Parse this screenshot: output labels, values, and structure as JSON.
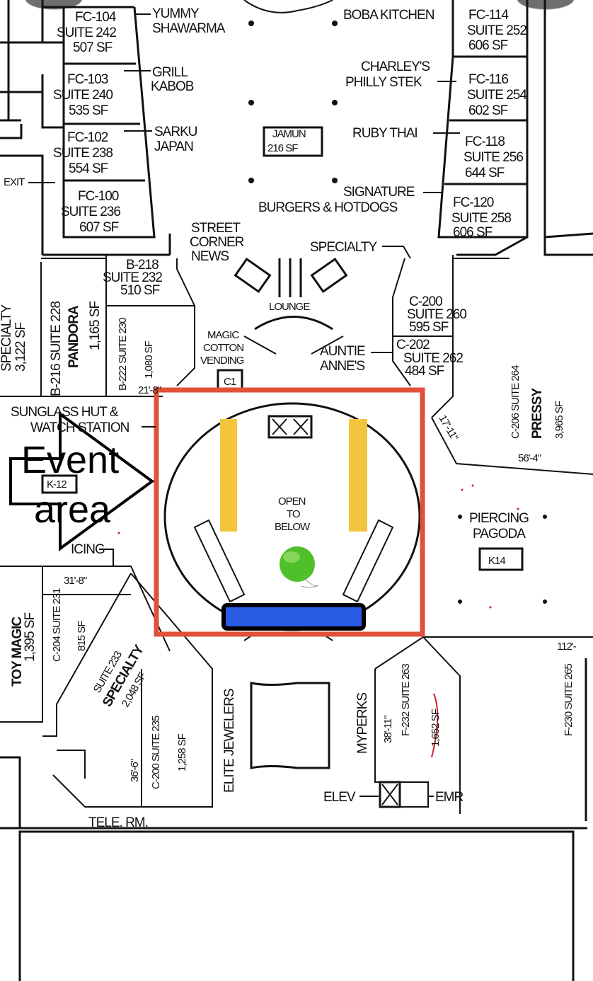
{
  "annotations": {
    "event_label_line1": "Event",
    "event_label_line2": "area",
    "highlight_color": "#e0513a",
    "stage_color": "#2a5ce6",
    "table_color": "#f2c53d",
    "marker_color": "#4fbf2a",
    "marker_icon": "green-yo-yo-icon"
  },
  "food_court_left": [
    {
      "unit": "FC-104",
      "suite": "SUITE 242",
      "area": "507 SF",
      "tenant": "YUMMY SHAWARMA"
    },
    {
      "unit": "FC-103",
      "suite": "SUITE 240",
      "area": "535 SF",
      "tenant": "GRILL KABOB"
    },
    {
      "unit": "FC-102",
      "suite": "SUITE 238",
      "area": "554 SF",
      "tenant": "SARKU JAPAN"
    },
    {
      "unit": "FC-100",
      "suite": "SUITE 236",
      "area": "607 SF",
      "tenant": ""
    }
  ],
  "food_court_right": [
    {
      "unit": "FC-114",
      "suite": "SUITE 252",
      "area": "606 SF",
      "tenant": "BOBA KITCHEN"
    },
    {
      "unit": "FC-116",
      "suite": "SUITE 254",
      "area": "602 SF",
      "tenant": "CHARLEY'S PHILLY STEK"
    },
    {
      "unit": "FC-118",
      "suite": "SUITE 256",
      "area": "644 SF",
      "tenant": "RUBY THAI"
    },
    {
      "unit": "FC-120",
      "suite": "SUITE 258",
      "area": "606 SF",
      "tenant": "SIGNATURE BURGERS & HOTDOGS"
    }
  ],
  "labels": {
    "jamun_name": "JAMUN",
    "jamun_area": "216 SF",
    "signature": "SIGNATURE",
    "burgers": "BURGERS & HOTDOGS",
    "charleys1": "CHARLEY'S",
    "charleys2": "PHILLY STEK",
    "yummy1": "YUMMY",
    "yummy2": "SHAWARMA",
    "grill1": "GRILL",
    "grill2": "KABOB",
    "sarku1": "SARKU",
    "sarku2": "JAPAN",
    "street1": "STREET",
    "street2": "CORNER",
    "street3": "NEWS",
    "specialty_top": "SPECIALTY",
    "lounge": "LOUNGE",
    "magic1": "MAGIC",
    "magic2": "COTTON",
    "magic3": "VENDING",
    "c1": "C1",
    "auntie1": "AUNTIE",
    "auntie2": "ANNE'S",
    "b218_unit": "B-218",
    "b218_suite": "SUITE 232",
    "b218_area": "510 SF",
    "b216": "B-216 SUITE 228",
    "pandora": "PANDORA",
    "b216_area": "1,165 SF",
    "b222": "B-222 SUITE 230",
    "b222_area": "1,080 SF",
    "specialty_left": "SPECIALTY",
    "specialty_left_area": "3,122 SF",
    "c200_unit": "C-200",
    "c200_suite": "SUITE 260",
    "c200_area": "595 SF",
    "c202_unit": "C-202",
    "c202_suite": "SUITE 262",
    "c202_area": "484 SF",
    "c206": "C-206 SUITE 264",
    "pressy": "PRESSY",
    "c206_area": "3,965 SF",
    "dim_56": "56'-4\"",
    "dim_17": "17'-11\"",
    "sunglass1": "SUNGLASS HUT &",
    "sunglass2": "WATCH STATION",
    "k12": "K-12",
    "icing": "ICING",
    "open1": "OPEN",
    "open2": "TO",
    "open3": "BELOW",
    "piercing1": "PIERCING",
    "piercing2": "PAGODA",
    "k14": "K14",
    "toy_magic": "TOY MAGIC",
    "toy_magic_area": "1,395 SF",
    "c204": "C-204 SUITE 231",
    "c204_area": "815 SF",
    "specialty_mid": "SPECIALTY",
    "specialty_mid_suite": "SUITE 233",
    "specialty_mid_area": "2,048 SF",
    "c200b": "C-200 SUITE 235",
    "c200b_area": "1,258 SF",
    "elite": "ELITE JEWELERS",
    "myperks": "MYPERKS",
    "f232": "F-232 SUITE 263",
    "f232_area": "1,652 SF",
    "f230": "F-230 SUITE 265",
    "dim_112": "112'-",
    "dim_31": "31'-8\"",
    "dim_38": "38'-11\"",
    "dim_36": "36'-6\"",
    "dim_21": "21'-8\"",
    "elev": "ELEV",
    "emr": "EMR",
    "tele": "TELE. RM.",
    "exit": "EXIT"
  }
}
